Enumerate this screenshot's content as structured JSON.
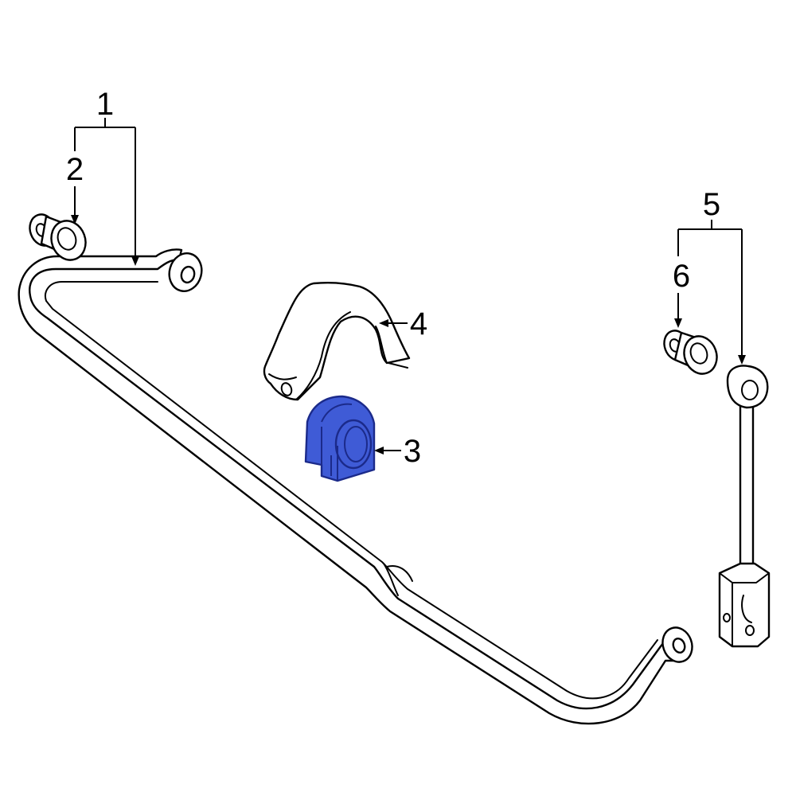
{
  "callouts": {
    "c1": "1",
    "c2": "2",
    "c3": "3",
    "c4": "4",
    "c5": "5",
    "c6": "6"
  },
  "highlight_color": "#3f5bd6",
  "line_color": "#000000",
  "background_color": "#ffffff"
}
